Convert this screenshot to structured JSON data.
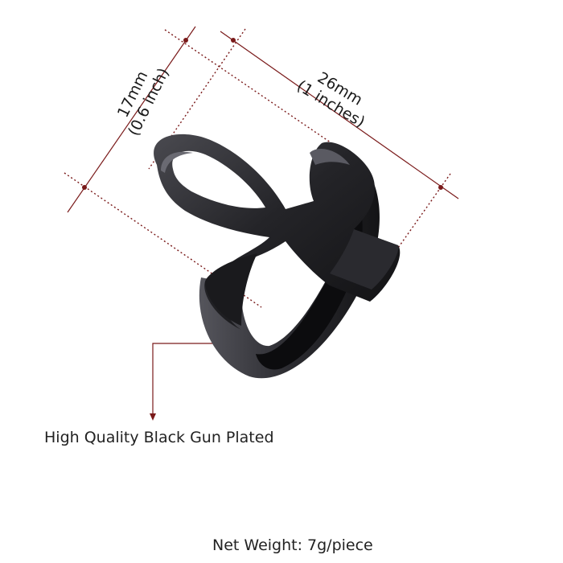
{
  "dimensions": {
    "height_mm": "17mm",
    "height_inch": "(0.6 inch)",
    "width_mm": "26mm",
    "width_inch": "(1 inches)"
  },
  "feature_caption": "High Quality Black Gun Plated",
  "weight_caption": "Net Weight: 7g/piece",
  "colors": {
    "dimension_line": "#7a1a1a",
    "ring_metal": "#1e1e21",
    "background": "#ffffff"
  }
}
